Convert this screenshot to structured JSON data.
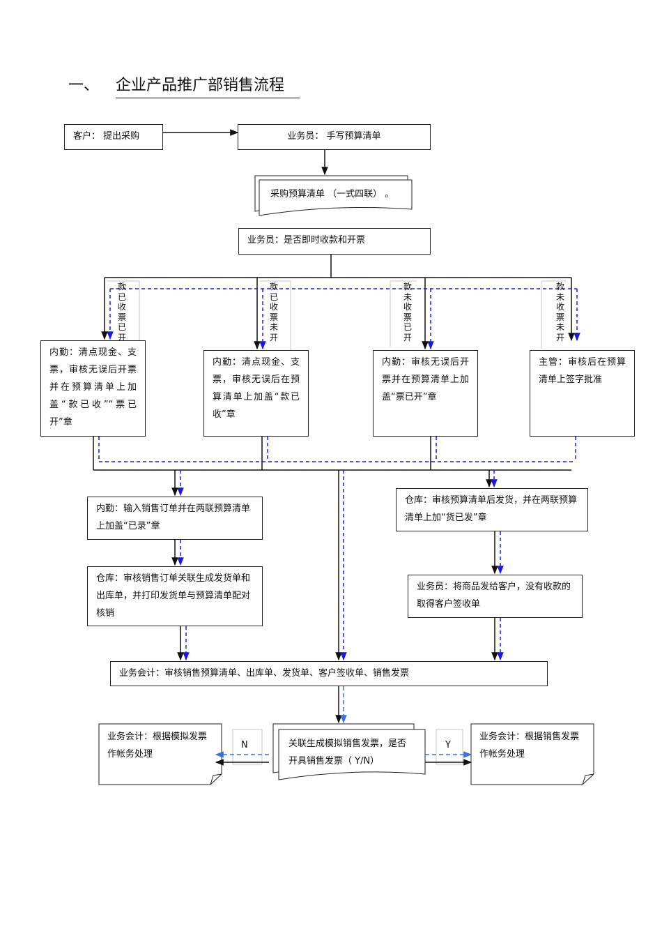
{
  "title": {
    "number": "一、",
    "text": "企业产品推广部销售流程"
  },
  "steps": {
    "customer": "客户：  提出采购",
    "salesman_write": "业务员：  手写预算清单",
    "purchase_budget": "采购预算清单   （一式四联）   。",
    "salesman_decide": "业务员：是否即时收款和开票",
    "branch1_label": "款已收票已开",
    "branch2_label": "款已收票未开",
    "branch3_label": "款未收票已开",
    "branch4_label": "款未收票未开",
    "branch1_box": "内勤：清点现金、支票，审核无误后开票并在预算清单上加盖“款已收”“票已开”章",
    "branch2_box": "内勤：清点现金、支票，审核无误后在预算清单上加盖“款已收”章",
    "branch3_box": "内勤：审核无误后开票并在预算清单上加盖“票已开”章",
    "branch4_box": "主管：审核后在预算清单上签字批准",
    "clerk_input": "内勤：输入销售订单并在两联预算清单上加盖“已录”章",
    "warehouse_ship": "仓库：审核预算清单后发货，并在两联预算清单上加“货已发”章",
    "warehouse_order": "仓库：审核销售订单关联生成发货单和出库单，并打印发货单与预算清单配对核销",
    "salesman_deliver": "业务员：将商品发给客户，没有收款的取得客户签收单",
    "accountant_review": "业务会计：审核销售预算清单、出库单、发货单、客户签收单、销售发票",
    "generate_invoice": "关联生成模拟销售发票，是否开具销售发票（   Y/N）",
    "simulated_invoice": "业务会计：根据模拟发票作帐务处理",
    "sales_invoice": "业务会计：根据销售发票作帐务处理",
    "no_label": "N",
    "yes_label": "Y"
  },
  "colors": {
    "line": "#111111",
    "dashed": "#1a1adf",
    "dashed_light": "#3c6fe0"
  }
}
